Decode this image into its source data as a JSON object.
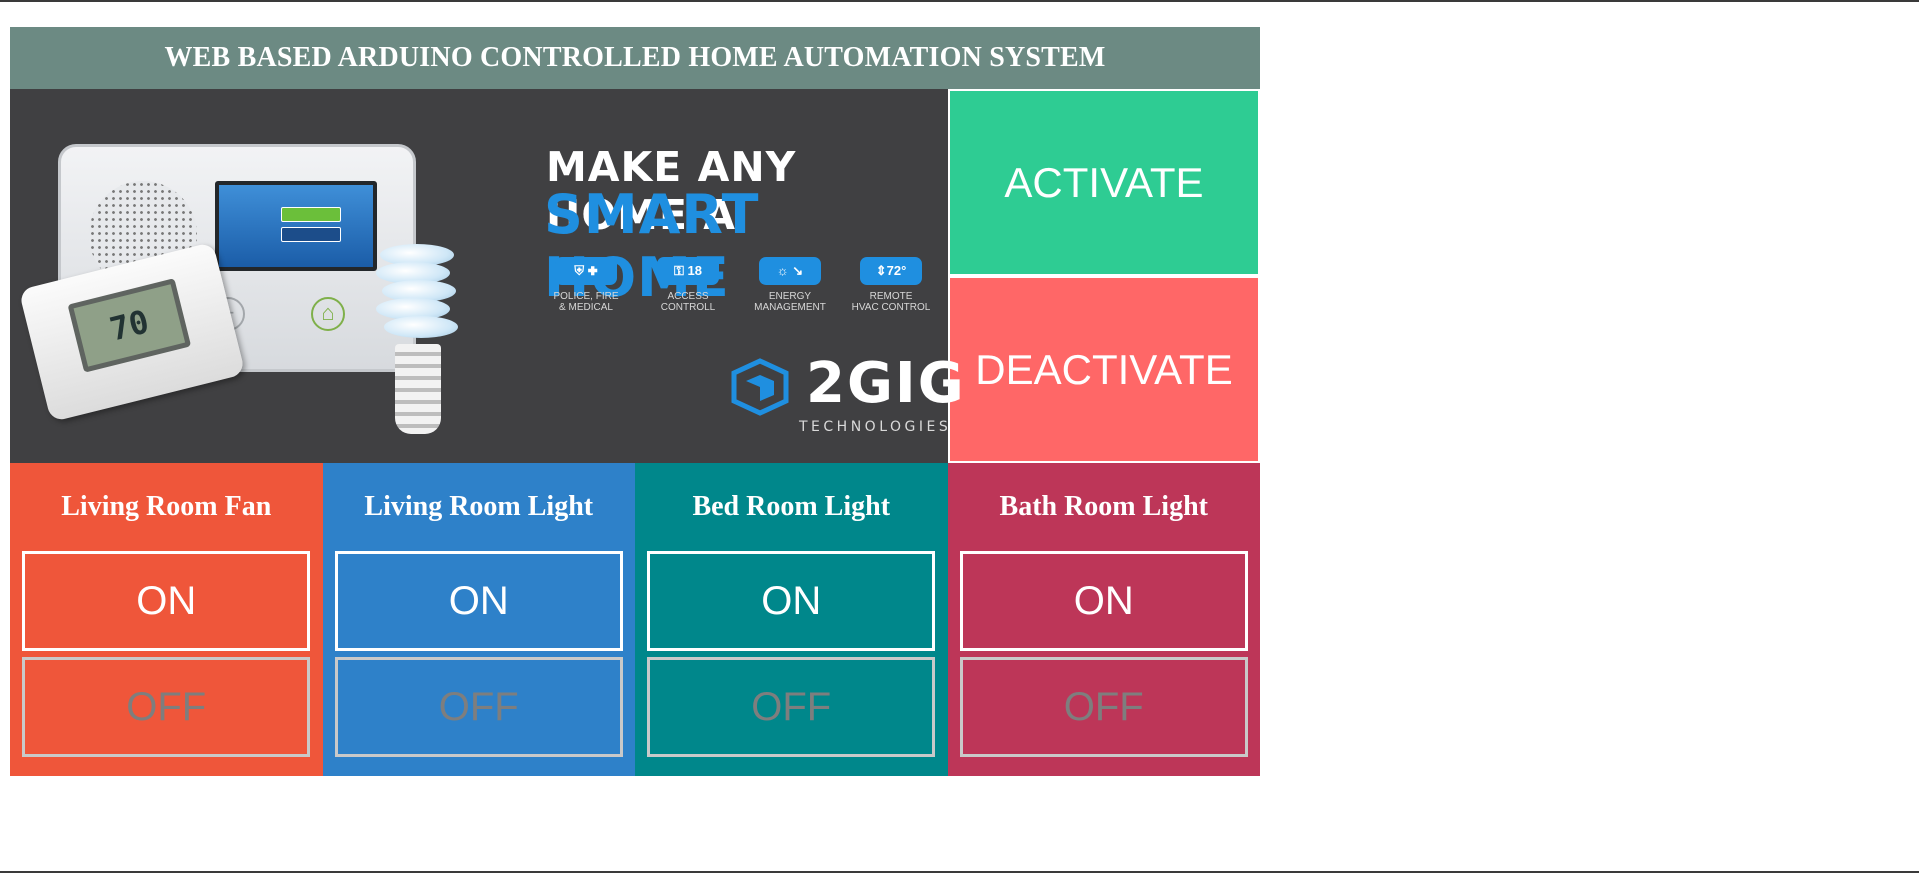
{
  "header": {
    "title": "WEB BASED ARDUINO CONTROLLED HOME AUTOMATION SYSTEM"
  },
  "banner": {
    "headline_line1": "MAKE ANY HOME A",
    "headline_line2": "SMART HOME",
    "thermostat_reading": "70",
    "features": [
      {
        "icon": "shield-fire-medical-icon",
        "glyph": "⛨ ✚",
        "caption_line1": "POLICE, FIRE",
        "caption_line2": "& MEDICAL"
      },
      {
        "icon": "access-control-icon",
        "glyph": "⚿ 18",
        "caption_line1": "ACCESS",
        "caption_line2": "CONTROLL"
      },
      {
        "icon": "energy-management-icon",
        "glyph": "☼ ↘",
        "caption_line1": "ENERGY",
        "caption_line2": "MANAGEMENT"
      },
      {
        "icon": "hvac-control-icon",
        "glyph": "⇕72°",
        "caption_line1": "REMOTE",
        "caption_line2": "HVAC CONTROL"
      }
    ],
    "brand_name": "2GIG",
    "brand_sub": "TECHNOLOGIES"
  },
  "controls": {
    "activate_label": "ACTIVATE",
    "deactivate_label": "DEACTIVATE"
  },
  "rooms": [
    {
      "name": "Living Room Fan",
      "on_label": "ON",
      "off_label": "OFF",
      "color": "#ef563a"
    },
    {
      "name": "Living Room Light",
      "on_label": "ON",
      "off_label": "OFF",
      "color": "#2e81c9"
    },
    {
      "name": "Bed Room Light",
      "on_label": "ON",
      "off_label": "OFF",
      "color": "#00878b"
    },
    {
      "name": "Bath Room Light",
      "on_label": "ON",
      "off_label": "OFF",
      "color": "#bd3658"
    }
  ],
  "colors": {
    "title_bar": "#6c8a83",
    "activate": "#2ecc93",
    "deactivate": "#ff6767",
    "banner_bg": "#404042",
    "brand_blue": "#1f8fe0"
  }
}
